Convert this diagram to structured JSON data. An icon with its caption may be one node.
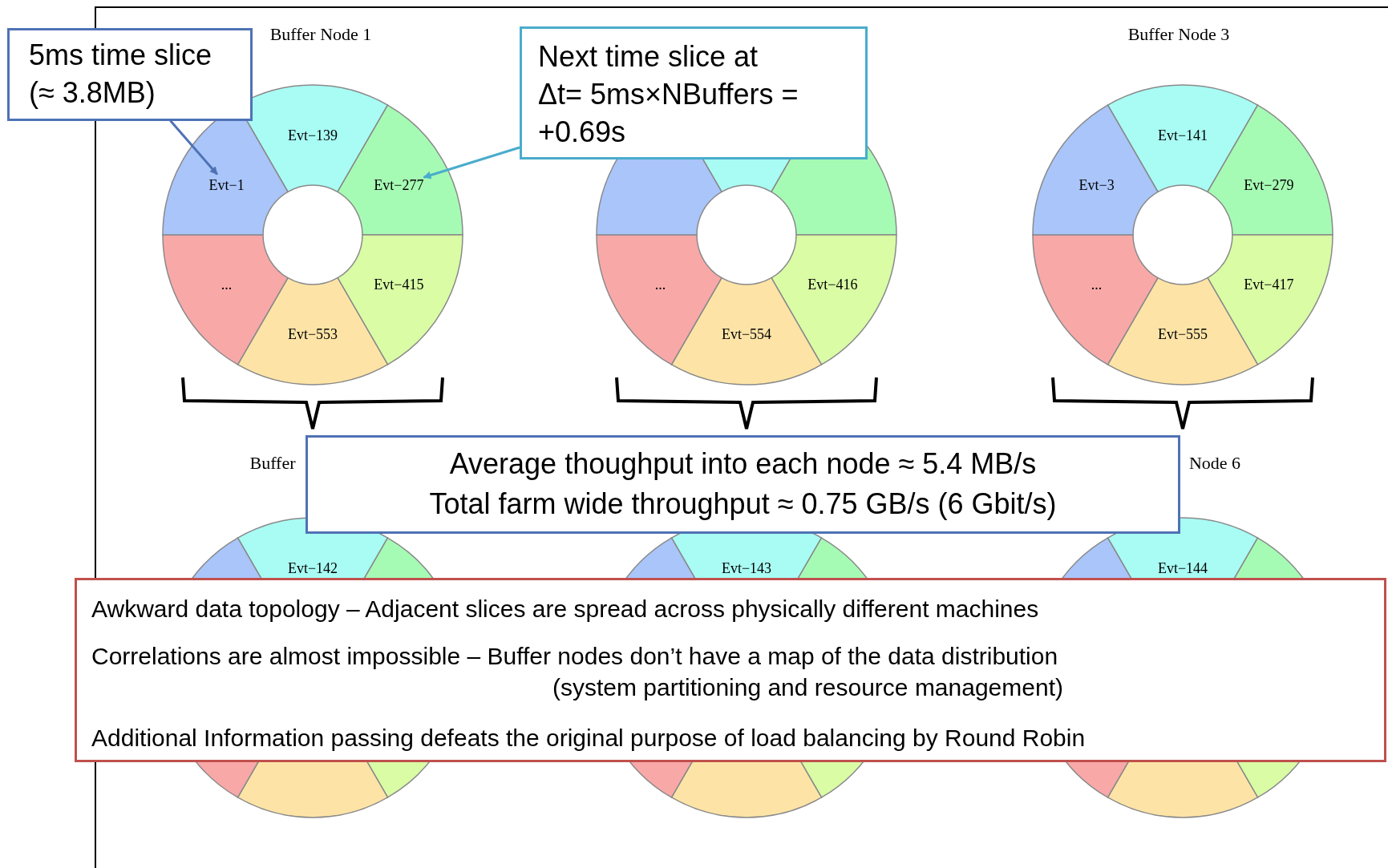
{
  "diagram": {
    "nodes": [
      {
        "text": [
          "5ms time slice (≈ 3.8MB)"
        ]
      },
      {
        "text": [
          "Next time slice at",
          "Δt= 5ms×NBuffers = +0.69s"
        ]
      },
      {
        "text": [
          "Evt−1"
        ]
      },
      {
        "text": [
          "Evt−277"
        ]
      },
      {
        "text": [
          "Average thoughput into each node ≈ 5.4 MB/s",
          "Total farm wide throughput ≈ 0.75 GB/s (6 Gbit/s)"
        ]
      },
      {
        "text": [
          "Awkward data topology – Adjacent slices are spread across physically different machines",
          "Correlations are almost impossible – Buffer nodes don’t have a map of the data distribution",
          "(system partitioning and resource management)",
          "Additional Information passing defeats the original purpose of load balancing by Round Robin"
        ]
      }
    ],
    "edges": [
      {
        "from": 0,
        "to": 2,
        "arrow": "to",
        "color": "#4f72b5"
      },
      {
        "from": 1,
        "to": 3,
        "arrow": "to",
        "color": "#4aaccc"
      }
    ],
    "labels": [
      "Buffer Node 1",
      "Buffer Node 3",
      "Evt−139",
      "Evt−141",
      "Evt−3",
      "Evt−279",
      "...",
      "Evt−415",
      "...",
      "Evt−416",
      "...",
      "Evt−417",
      "Evt−553",
      "Evt−554",
      "Evt−555",
      "Buffer",
      "Node 6",
      "Evt−142",
      "Evt−143",
      "Evt−144"
    ]
  }
}
